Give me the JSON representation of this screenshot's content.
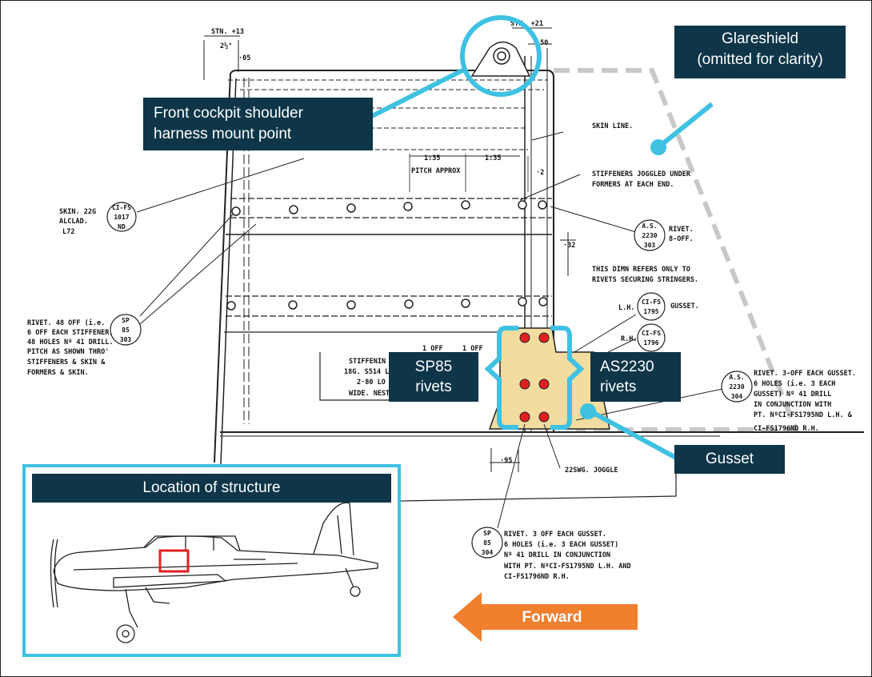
{
  "callouts": {
    "glareshield": [
      "Glareshield",
      "(omitted for clarity)"
    ],
    "shoulder_harness": [
      "Front cockpit shoulder",
      "harness mount point"
    ],
    "sp85": [
      "SP85",
      "rivets"
    ],
    "as2230": [
      "AS2230",
      "rivets"
    ],
    "gusset": "Gusset",
    "inset_title": "Location of structure",
    "forward": "Forward"
  },
  "drawing_labels": {
    "stn13": "STN. +13",
    "stn21": "STN. +21",
    "dim_2half": "2½°",
    "dim_05": "·05",
    "dim_50": "·50",
    "skin_line": "SKIN LINE.",
    "pitch1": "1:35",
    "pitch2": "1:35",
    "pitch_approx": "PITCH APPROX",
    "dim_2": "·2",
    "stiffeners_1": "STIFFENERS JOGGLED UNDER",
    "stiffeners_2": "FORMERS AT EACH END.",
    "skin_1": "SKIN. 22G",
    "skin_2": "ALCLAD.",
    "skin_3": "L72",
    "rivet_8off": "RIVET.",
    "rivet_8off_2": "8-OFF.",
    "dim_32": "·32",
    "dimn_1": "THIS DIMN REFERS ONLY TO",
    "dimn_2": "RIVETS SECURING STRINGERS.",
    "lh": "L.H.",
    "gusset_lbl": "GUSSET.",
    "rh": "R.H.",
    "rivet48_1": "RIVET. 48 OFF (i.e.",
    "rivet48_2": "6 OFF EACH STIFFENER)",
    "rivet48_3": "48 HOLES Nº 41 DRILL.",
    "rivet48_4": "PITCH AS SHOWN THRO'",
    "rivet48_5": "STIFFENERS & SKIN &",
    "rivet48_6": "FORMERS & SKIN.",
    "stiff_1": "STIFFENIN",
    "stiff_2": "18G. S514 L",
    "stiff_3": "2·80 LO",
    "stiff_4": "WIDE. NEST",
    "one_off_1": "1 OFF",
    "one_off_2": "1 OFF",
    "rivet3_1": "RIVET. 3-OFF EACH GUSSET.",
    "rivet3_2": "6 HOLES (i.e. 3 EACH",
    "rivet3_3": "GUSSET) Nº 41 DRILL",
    "rivet3_4": "IN CONJUNCTION WITH",
    "rivet3_5": "PT. NºCI-FS1795ND L.H. &",
    "rivet3_6": "CI-FS1796ND R.H.",
    "dim_95": "·95",
    "joggle": "22SWG. JOGGLE",
    "rivsp_1": "RIVET. 3 OFF EACH GUSSET.",
    "rivsp_2": "6 HOLES (i.e. 3 EACH GUSSET)",
    "rivsp_3": "Nº 41 DRILL IN CONJUNCTION",
    "rivsp_4": "WITH PT. NºCI-FS1795ND L.H. AND",
    "rivsp_5": "CI-FS1796ND R.H."
  },
  "part_circles": {
    "cifs1017": [
      "CI-FS",
      "1017",
      "ND"
    ],
    "as2230_303": [
      "A.S.",
      "2230",
      "303"
    ],
    "cifs1795": [
      "CI-FS",
      "1795"
    ],
    "cifs1796": [
      "CI-FS",
      "1796"
    ],
    "sp85_303": [
      "SP",
      "85",
      "303"
    ],
    "as2230_304": [
      "A.S.",
      "2230",
      "304"
    ],
    "sp85_304": [
      "SP",
      "85",
      "304"
    ]
  },
  "colors": {
    "callout_bg": "#0e3548",
    "accent_cyan": "#3ec1e3",
    "forward_orange": "#f07f2e",
    "gusset_fill": "#f2dca0",
    "rivet_red": "#e02020",
    "location_box_red": "#e02020"
  }
}
